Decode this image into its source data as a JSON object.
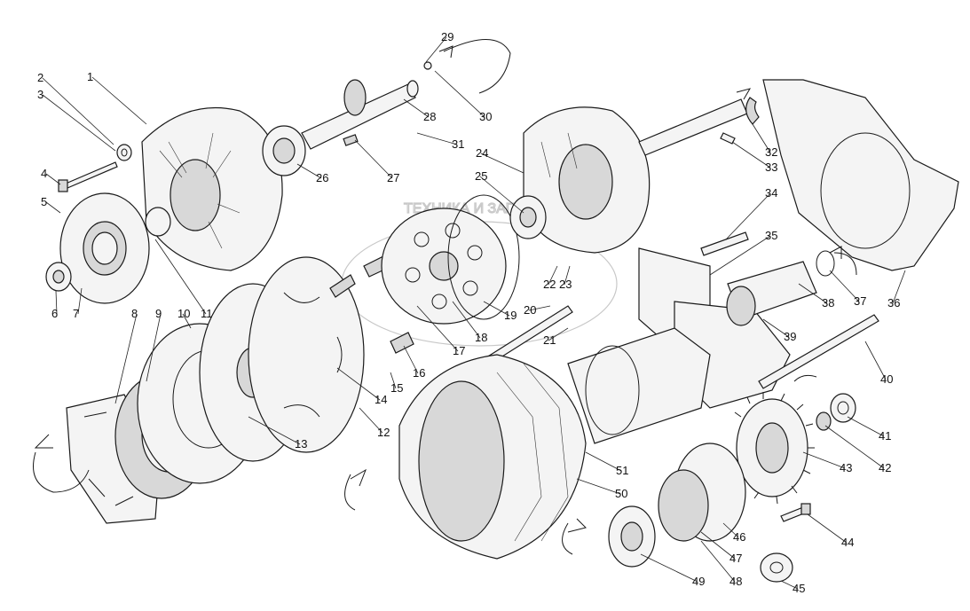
{
  "watermark": {
    "text": "ТЕХНИКА И ЗАПЧАСТИ"
  },
  "labels": [
    {
      "n": "1"
    },
    {
      "n": "2"
    },
    {
      "n": "3"
    },
    {
      "n": "4"
    },
    {
      "n": "5"
    },
    {
      "n": "6"
    },
    {
      "n": "7"
    },
    {
      "n": "8"
    },
    {
      "n": "9"
    },
    {
      "n": "10"
    },
    {
      "n": "11"
    },
    {
      "n": "12"
    },
    {
      "n": "13"
    },
    {
      "n": "14"
    },
    {
      "n": "15"
    },
    {
      "n": "16"
    },
    {
      "n": "17"
    },
    {
      "n": "18"
    },
    {
      "n": "19"
    },
    {
      "n": "20"
    },
    {
      "n": "21"
    },
    {
      "n": "22"
    },
    {
      "n": "23"
    },
    {
      "n": "24"
    },
    {
      "n": "25"
    },
    {
      "n": "26"
    },
    {
      "n": "27"
    },
    {
      "n": "28"
    },
    {
      "n": "29"
    },
    {
      "n": "30"
    },
    {
      "n": "31"
    },
    {
      "n": "32"
    },
    {
      "n": "33"
    },
    {
      "n": "34"
    },
    {
      "n": "35"
    },
    {
      "n": "36"
    },
    {
      "n": "37"
    },
    {
      "n": "38"
    },
    {
      "n": "39"
    },
    {
      "n": "40"
    },
    {
      "n": "41"
    },
    {
      "n": "42"
    },
    {
      "n": "43"
    },
    {
      "n": "44"
    },
    {
      "n": "45"
    },
    {
      "n": "46"
    },
    {
      "n": "47"
    },
    {
      "n": "48"
    },
    {
      "n": "49"
    },
    {
      "n": "50"
    },
    {
      "n": "51"
    }
  ]
}
